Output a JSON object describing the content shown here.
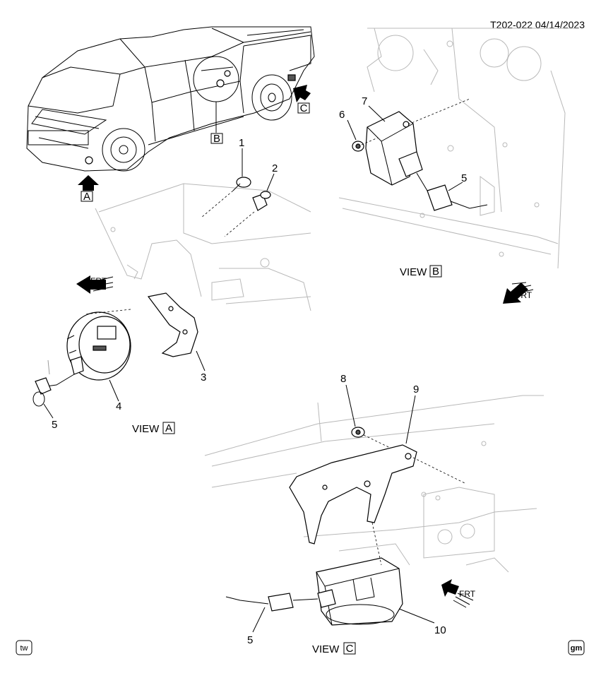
{
  "header": {
    "ref": "T202-022  04/14/2023"
  },
  "views": {
    "a": {
      "label": "VIEW",
      "letter": "A"
    },
    "b": {
      "label": "VIEW",
      "letter": "B"
    },
    "c": {
      "label": "VIEW",
      "letter": "C"
    }
  },
  "vehicle_markers": {
    "a": "A",
    "b": "B",
    "c": "C"
  },
  "frt_label": "FRT",
  "callouts": {
    "a1": "1",
    "a2": "2",
    "a3": "3",
    "a4": "4",
    "a5": "5",
    "b5": "5",
    "b6": "6",
    "b7": "7",
    "c5": "5",
    "c8": "8",
    "c9": "9",
    "c10": "10"
  },
  "footer": {
    "left_badge": "tw",
    "right_badge": "gm"
  }
}
